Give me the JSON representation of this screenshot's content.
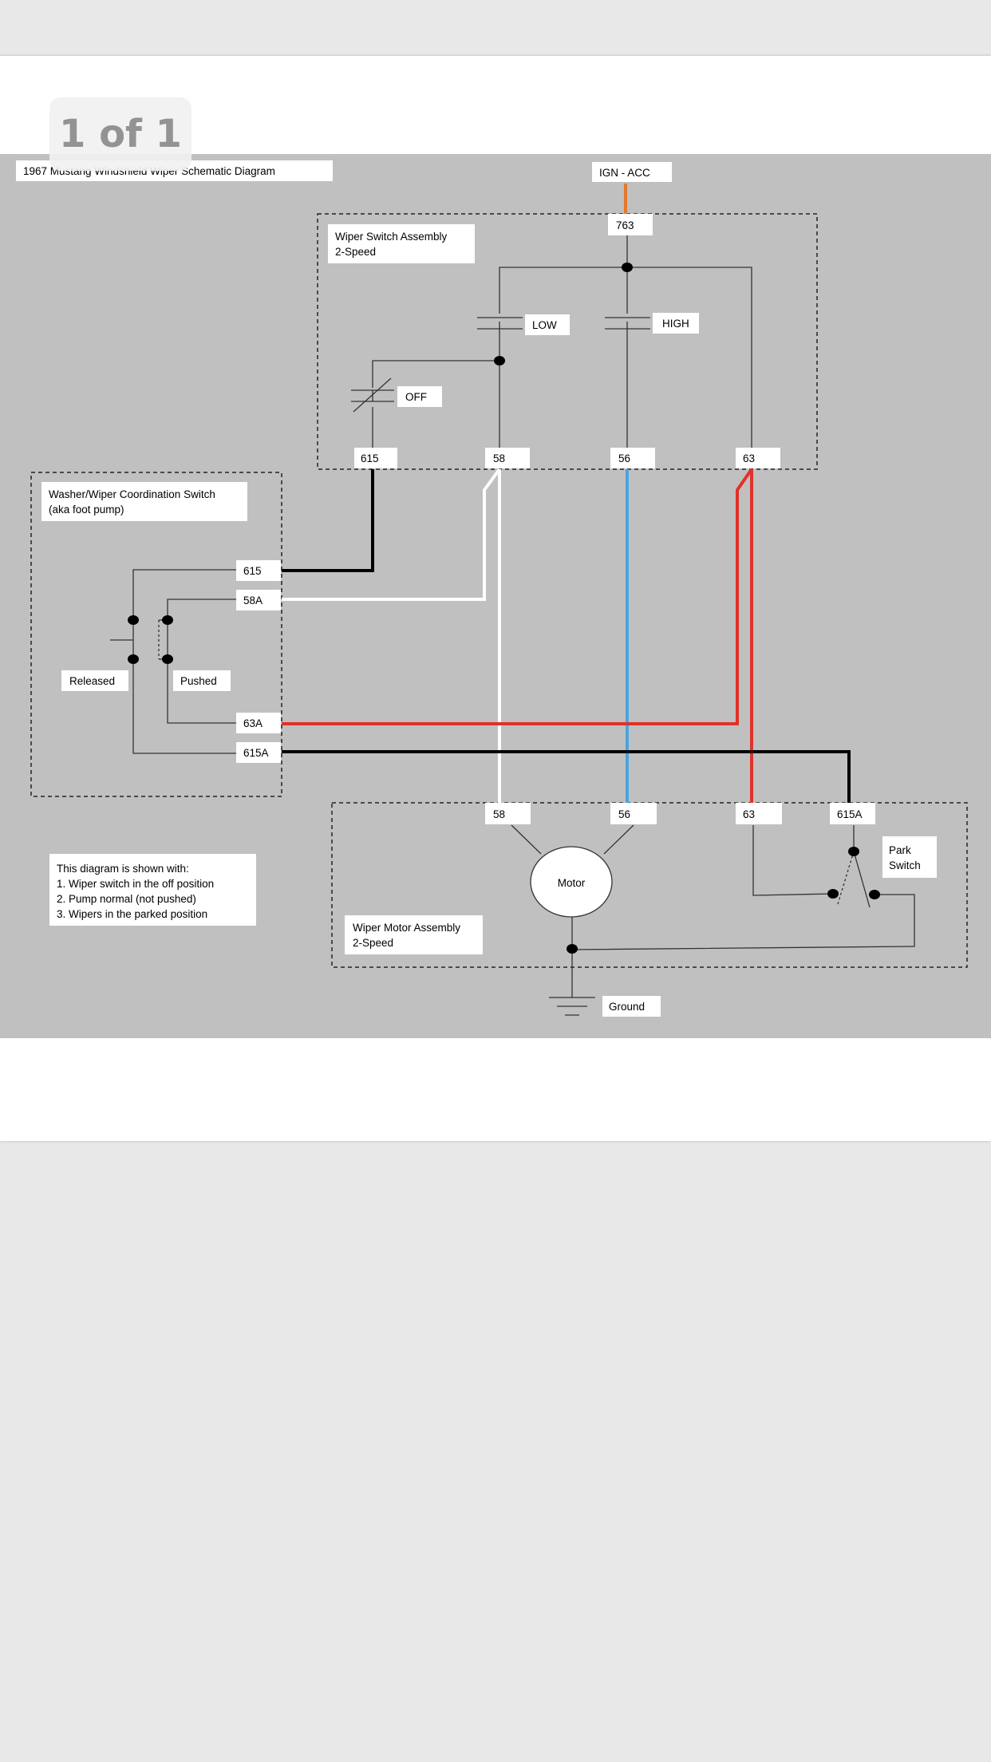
{
  "viewer": {
    "page_indicator": "1 of 1"
  },
  "diagram": {
    "title": "1967 Mustang Windshield Wiper Schematic Diagram",
    "ign_label": "IGN - ACC",
    "switch_assembly": {
      "title_line1": "Wiper Switch Assembly",
      "title_line2": "2-Speed",
      "input_terminal": "763",
      "contacts": [
        "LOW",
        "HIGH",
        "OFF"
      ],
      "terminals": [
        "615",
        "58",
        "56",
        "63"
      ]
    },
    "washer_switch": {
      "title_line1": "Washer/Wiper Coordination Switch",
      "title_line2": "(aka foot pump)",
      "terminals": [
        "615",
        "58A",
        "63A",
        "615A"
      ],
      "states": [
        "Released",
        "Pushed"
      ]
    },
    "motor_assembly": {
      "title_line1": "Wiper Motor Assembly",
      "title_line2": "2-Speed",
      "terminals": [
        "58",
        "56",
        "63",
        "615A"
      ],
      "motor_label": "Motor",
      "park_switch_line1": "Park",
      "park_switch_line2": "Switch"
    },
    "ground_label": "Ground",
    "notes": [
      "This diagram is shown with:",
      "1. Wiper switch in the off position",
      "2. Pump normal (not pushed)",
      "3. Wipers in the parked position"
    ],
    "wire_colors": {
      "ign": "#e07a2e",
      "black": "#000000",
      "white": "#ffffff",
      "blue": "#4aa3df",
      "red": "#e0312a",
      "thin": "#333333"
    }
  }
}
